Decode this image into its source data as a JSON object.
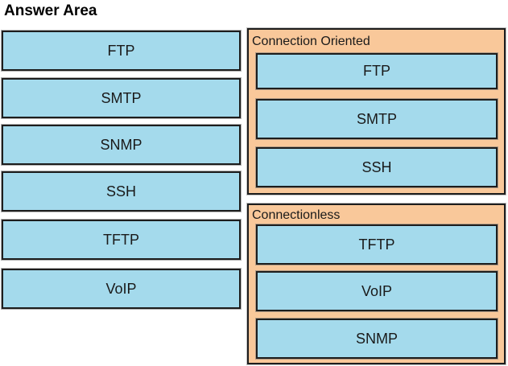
{
  "title": "Answer Area",
  "source_items": [
    "FTP",
    "SMTP",
    "SNMP",
    "SSH",
    "TFTP",
    "VoIP"
  ],
  "categories": [
    {
      "label": "Connection Oriented",
      "items": [
        "FTP",
        "SMTP",
        "SSH"
      ]
    },
    {
      "label": "Connectionless",
      "items": [
        "TFTP",
        "VoIP",
        "SNMP"
      ]
    }
  ],
  "colors": {
    "item_fill": "#A4DAEC",
    "category_fill": "#F9C89A",
    "border": "#1D1D1D",
    "text": "#1A1A1A"
  }
}
